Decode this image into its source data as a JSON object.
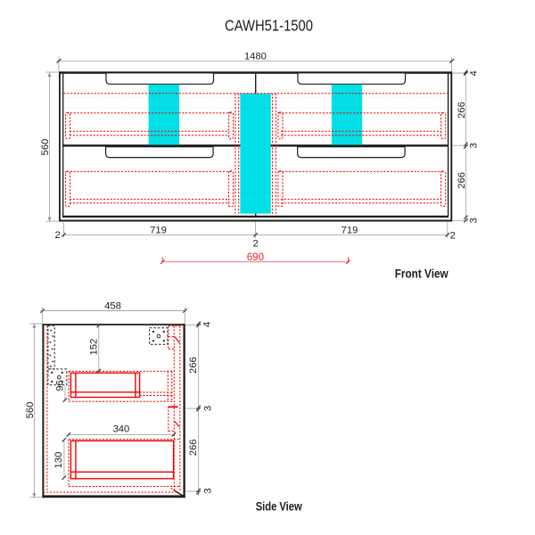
{
  "title": "CAWH51-1500",
  "front_view": {
    "label": "Front View",
    "dim_width": "1480",
    "dim_height": "560",
    "right_chain": [
      "4",
      "266",
      "3",
      "266",
      "3"
    ],
    "bottom_chain": [
      "2",
      "719",
      "2",
      "719",
      "2"
    ],
    "dim_drain_spacing": "690"
  },
  "side_view": {
    "label": "Side View",
    "dim_depth": "458",
    "dim_height": "560",
    "right_chain": [
      "4",
      "266",
      "3",
      "266",
      "3"
    ],
    "dim_top_clearance": "152",
    "dim_top_drawer_inner": "96",
    "dim_bottom_drawer_inner": "130",
    "dim_bottom_drawer_depth": "340"
  },
  "colors": {
    "line": "#1d1d1b",
    "dim_line": "#a9a9a9",
    "tick": "#3a3a38",
    "red": "#f20000",
    "red_text": "#e8232b",
    "cyan": "#00e0e6"
  }
}
